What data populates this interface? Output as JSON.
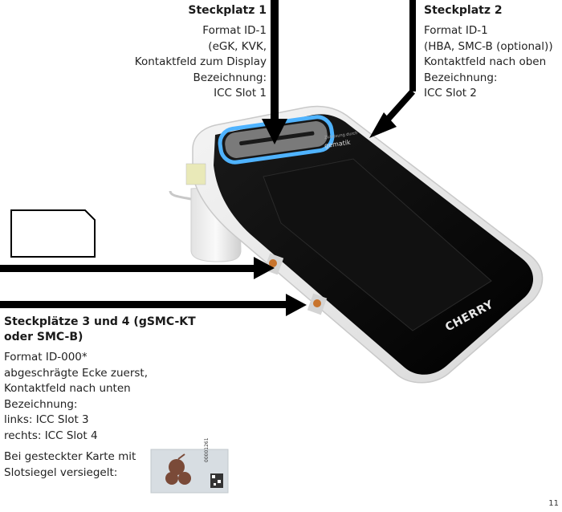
{
  "slot1": {
    "heading": "Steckplatz 1",
    "lines": [
      "Format ID-1",
      "(eGK, KVK,",
      "Kontaktfeld zum Display",
      "Bezeichnung:",
      "ICC Slot 1"
    ]
  },
  "slot2": {
    "heading": "Steckplatz 2",
    "lines": [
      "Format ID-1",
      "(HBA, SMC-B (optional))",
      "Kontaktfeld nach oben",
      "Bezeichnung:",
      "ICC Slot 2"
    ]
  },
  "slot34": {
    "heading_line1": "Steckplätze 3 und 4 (gSMC-KT",
    "heading_line2": "oder SMC-B)",
    "lines": [
      "Format ID-000*",
      "abgeschrägte Ecke zuerst,",
      "Kontaktfeld nach unten",
      "Bezeichnung:",
      "links: ICC Slot 3",
      "rechts: ICC Slot 4"
    ]
  },
  "seal": {
    "caption_line1": "Bei gesteckter Karte mit",
    "caption_line2": "Slotsiegel versiegelt:",
    "code": "00001261"
  },
  "device": {
    "brand": "CHERRY",
    "logo": "gematik",
    "logo_sub": "Zulassung durch"
  },
  "page_number": "11"
}
